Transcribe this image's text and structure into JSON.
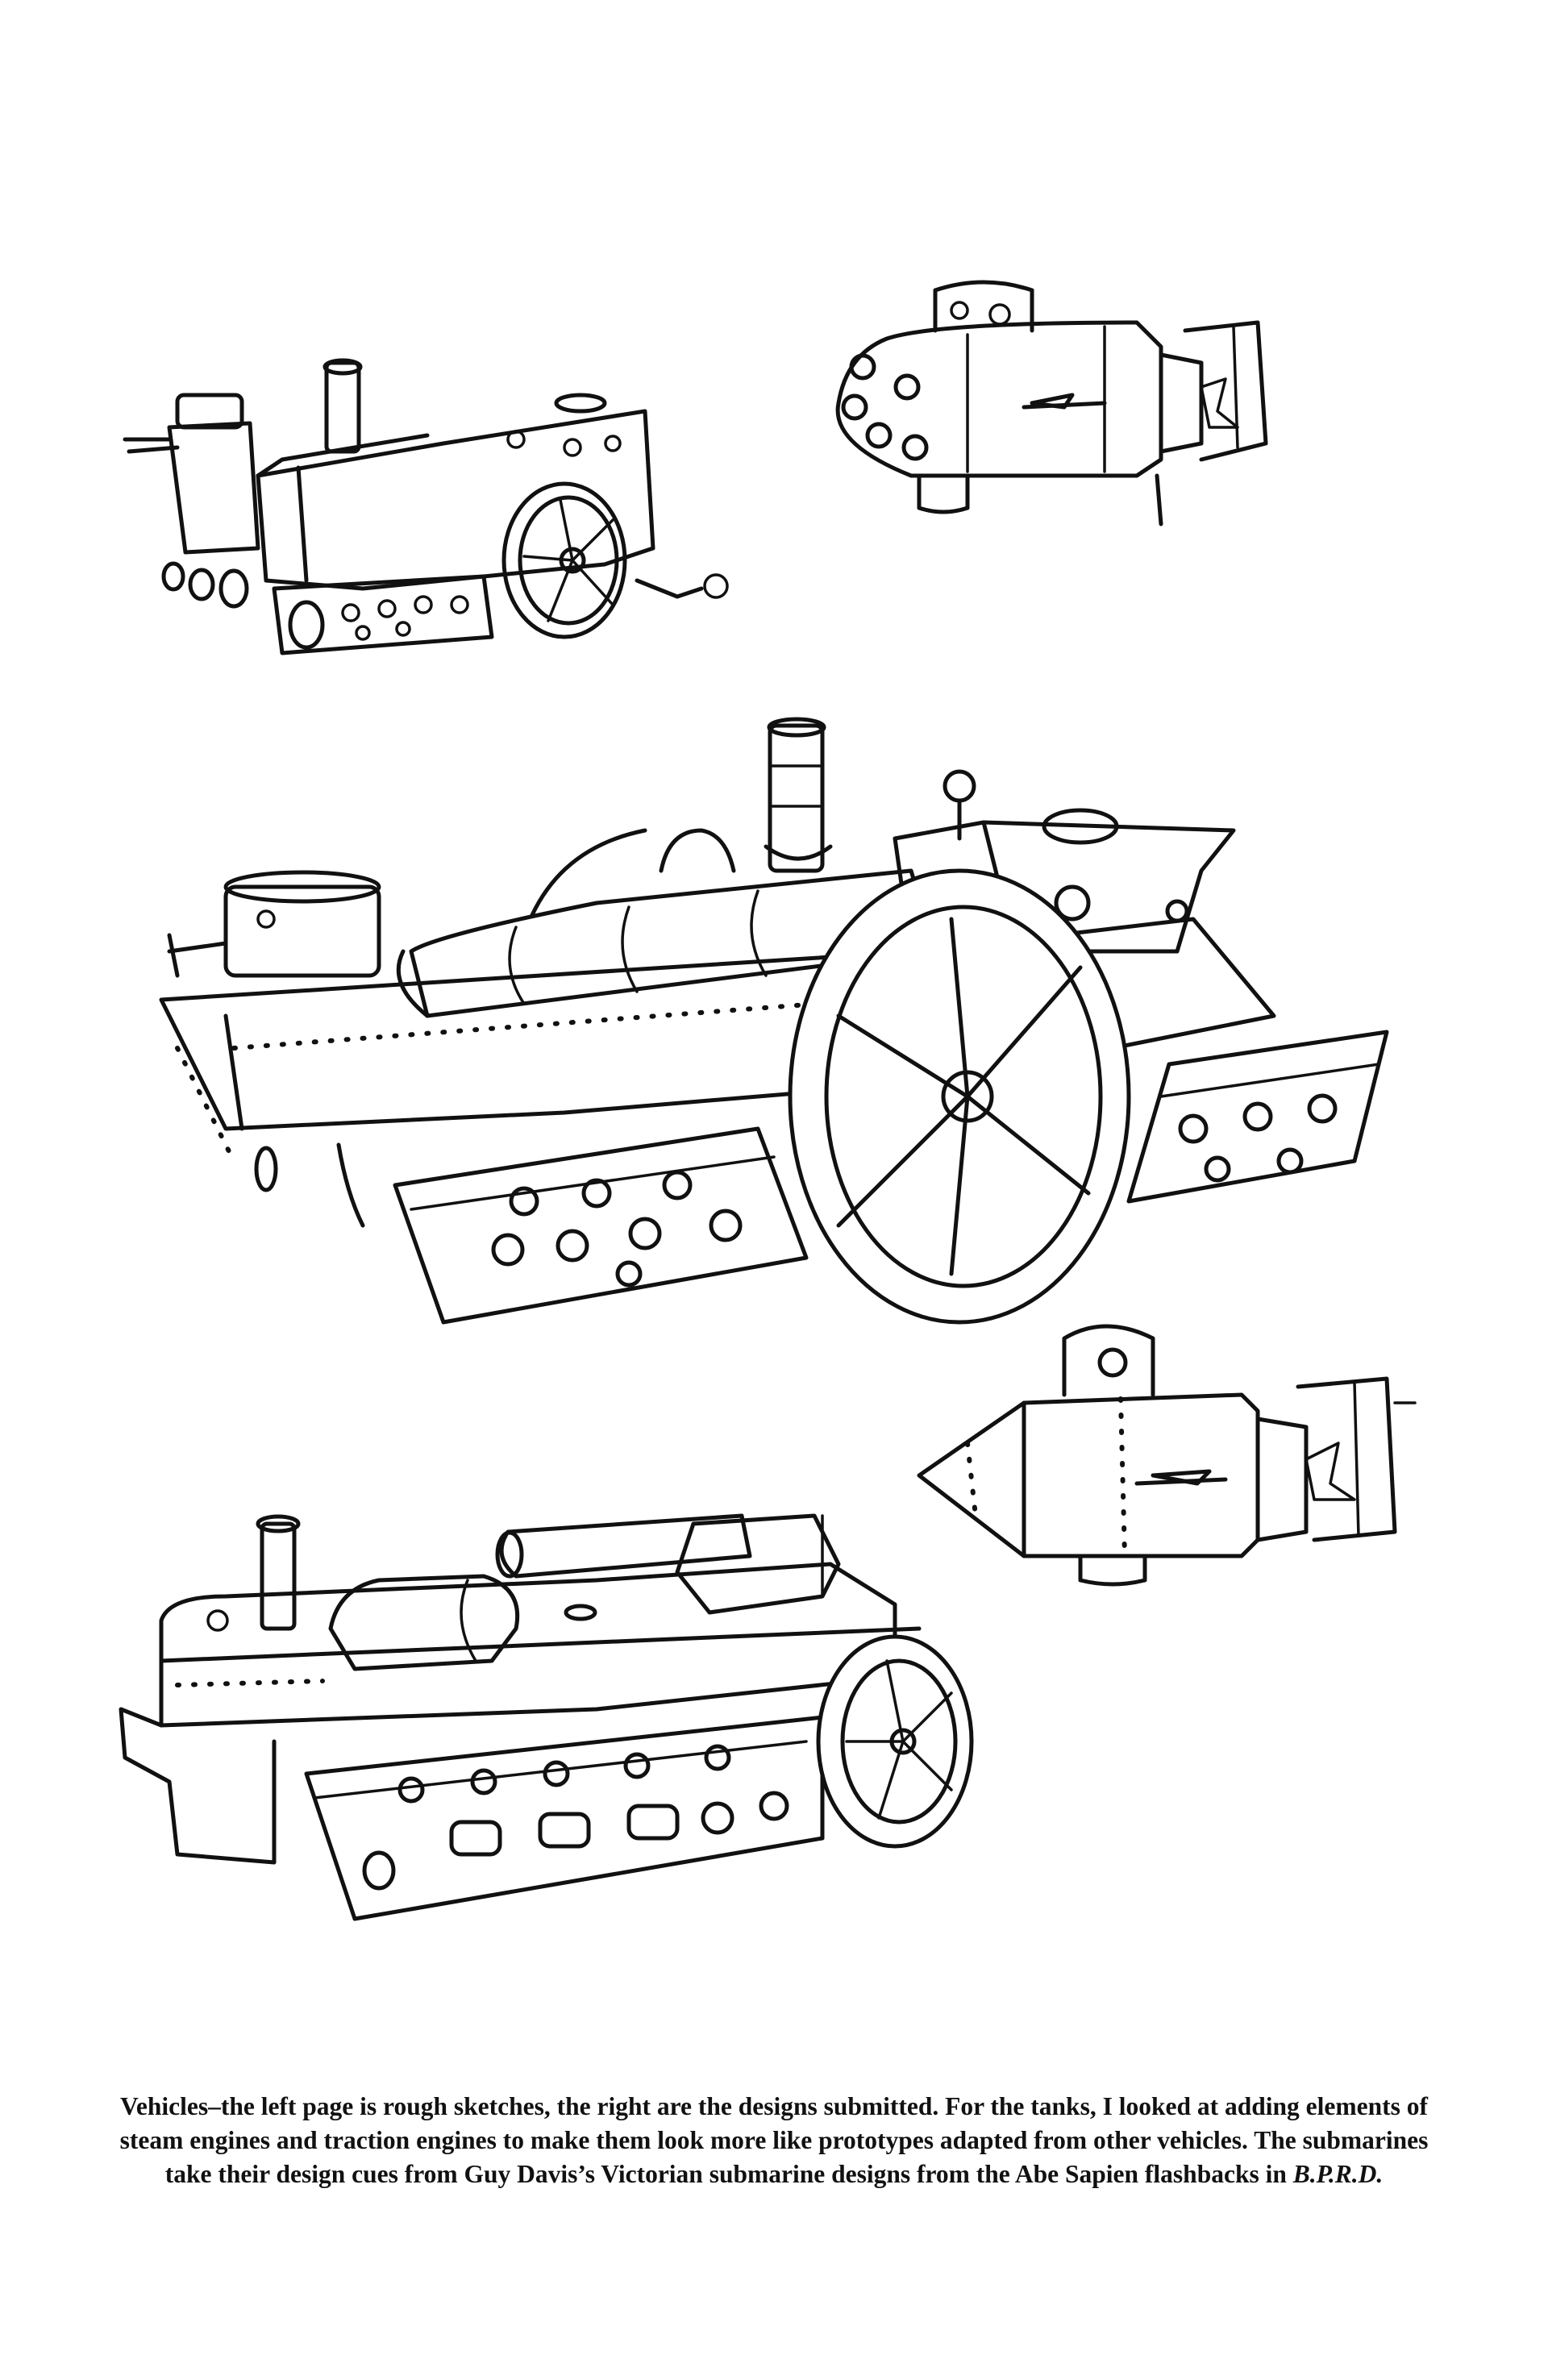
{
  "caption": {
    "text": "Vehicles–the left page is rough sketches, the right are the designs submitted. For the tanks, I looked at adding elements of steam engines and traction engines to make them look more like prototypes adapted from other vehicles. The submarines take their design cues from Guy Davis’s Victorian submarine designs from the Abe Sapien flashbacks in ",
    "italic": "B.P.R.D."
  },
  "sketches": [
    {
      "id": "small-tank-sketch",
      "icon": "steam-tank-drawing"
    },
    {
      "id": "top-submarine-sketch",
      "icon": "submarine-drawing"
    },
    {
      "id": "large-tank-sketch",
      "icon": "steam-tank-drawing"
    },
    {
      "id": "bottom-submarine-sketch",
      "icon": "submarine-drawing"
    },
    {
      "id": "turret-tank-sketch",
      "icon": "turret-tank-drawing"
    }
  ]
}
